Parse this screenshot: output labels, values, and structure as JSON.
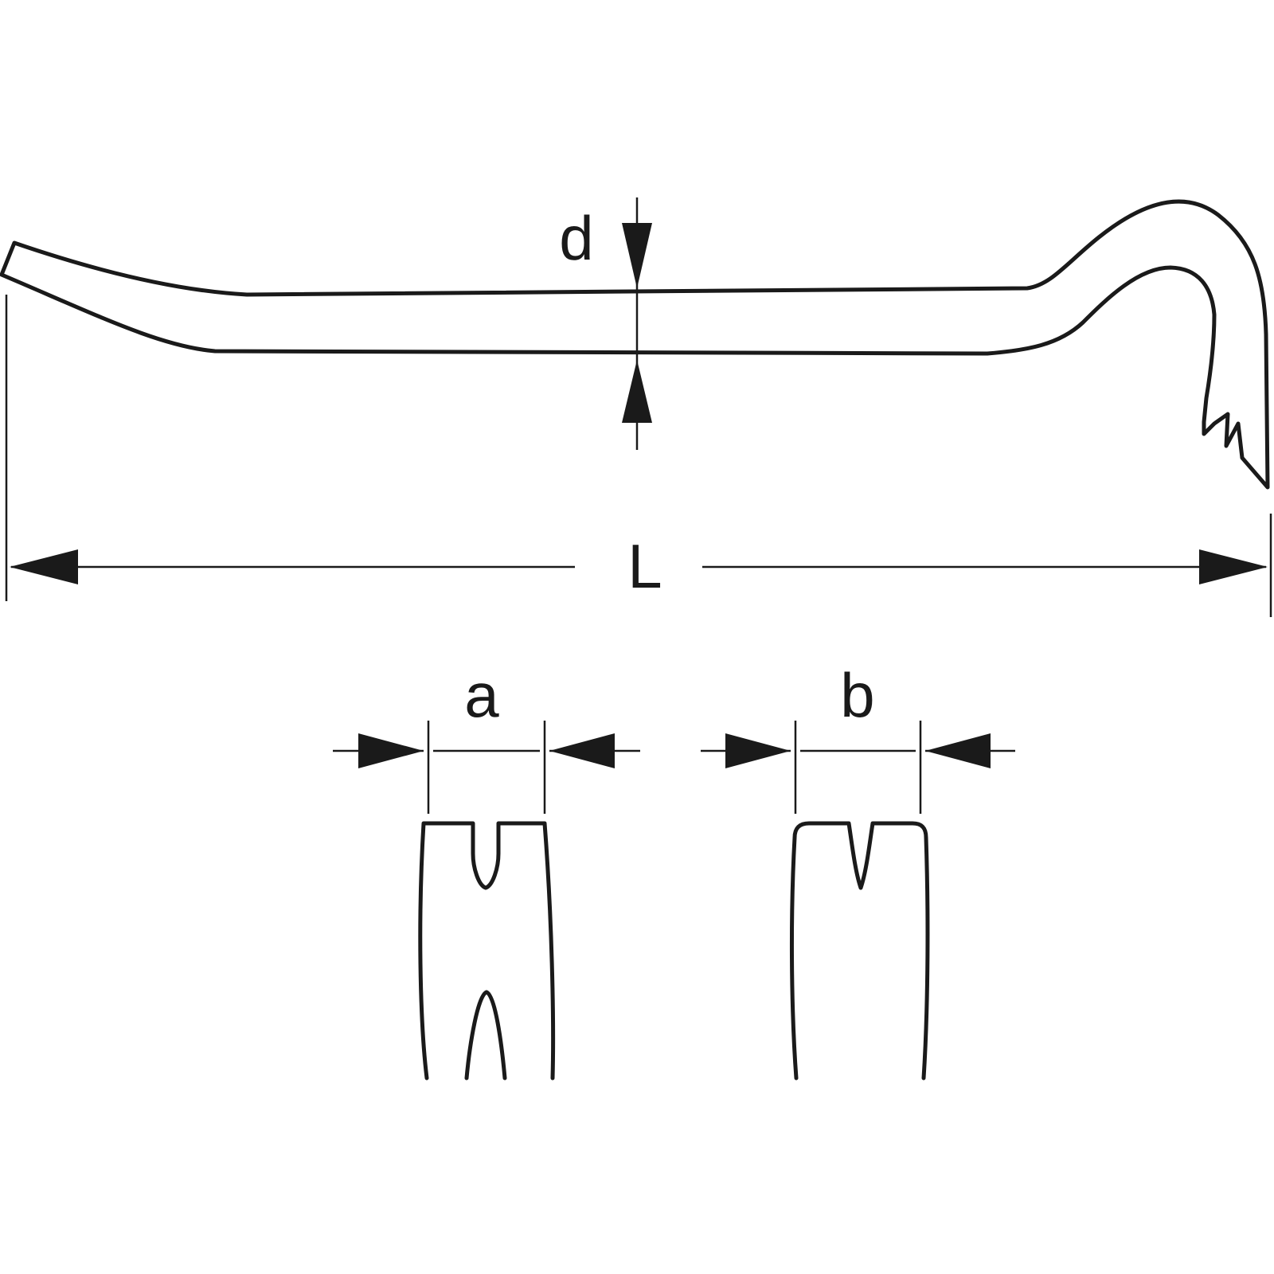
{
  "labels": {
    "thickness": "d",
    "length": "L",
    "width_a": "a",
    "width_b": "b"
  }
}
